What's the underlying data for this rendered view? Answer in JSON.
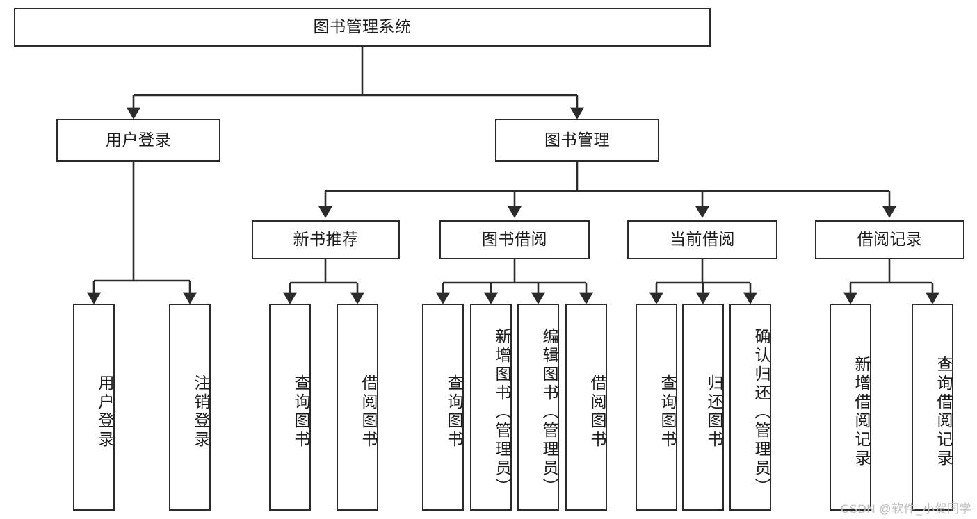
{
  "diagram": {
    "title": "图书管理系统",
    "type": "tree-hierarchy",
    "watermark": "CSDN @软件_小贺同学",
    "colors": {
      "border": "#2b2b2b",
      "background": "#ffffff",
      "text": "#1b1b1b",
      "edge": "#2b2b2b",
      "watermark": "#bdbdbd"
    },
    "levels": {
      "root": {
        "label": "图书管理系统"
      },
      "level2": [
        {
          "label": "用户登录"
        },
        {
          "label": "图书管理"
        }
      ],
      "level3": [
        {
          "label": "新书推荐"
        },
        {
          "label": "图书借阅"
        },
        {
          "label": "当前借阅"
        },
        {
          "label": "借阅记录"
        }
      ]
    },
    "leaves": {
      "user_login": [
        {
          "label": "用户登录"
        },
        {
          "label": "注销登录"
        }
      ],
      "new_book_recommend": [
        {
          "label": "查询图书"
        },
        {
          "label": "借阅图书"
        }
      ],
      "book_borrow": [
        {
          "label": "查询图书"
        },
        {
          "label": "新增图书（管理员）"
        },
        {
          "label": "编辑图书（管理员）"
        },
        {
          "label": "借阅图书"
        }
      ],
      "current_borrow": [
        {
          "label": "查询图书"
        },
        {
          "label": "归还图书"
        },
        {
          "label": "确认归还（管理员）"
        }
      ],
      "borrow_records": [
        {
          "label": "新增借阅记录"
        },
        {
          "label": "查询借阅记录"
        }
      ]
    }
  }
}
